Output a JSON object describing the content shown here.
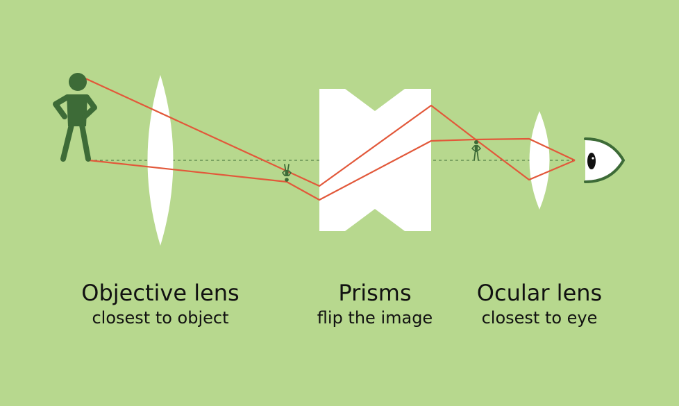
{
  "colors": {
    "background": "#b7d88e",
    "figure": "#3d6b37",
    "ray": "#e2583a",
    "optic": "#ffffff",
    "axis": "#3d6b37"
  },
  "components": [
    {
      "title": "Objective lens",
      "subtitle": "closest to object",
      "icon": "convex-lens"
    },
    {
      "title": "Prisms",
      "subtitle": "flip the image",
      "icon": "prism-block"
    },
    {
      "title": "Ocular lens",
      "subtitle": "closest to eye",
      "icon": "convex-lens"
    }
  ],
  "figures": {
    "object": "standing-person-icon",
    "inverted_image": "inverted-person-icon",
    "upright_image": "upright-person-icon",
    "viewer": "eye-icon"
  }
}
